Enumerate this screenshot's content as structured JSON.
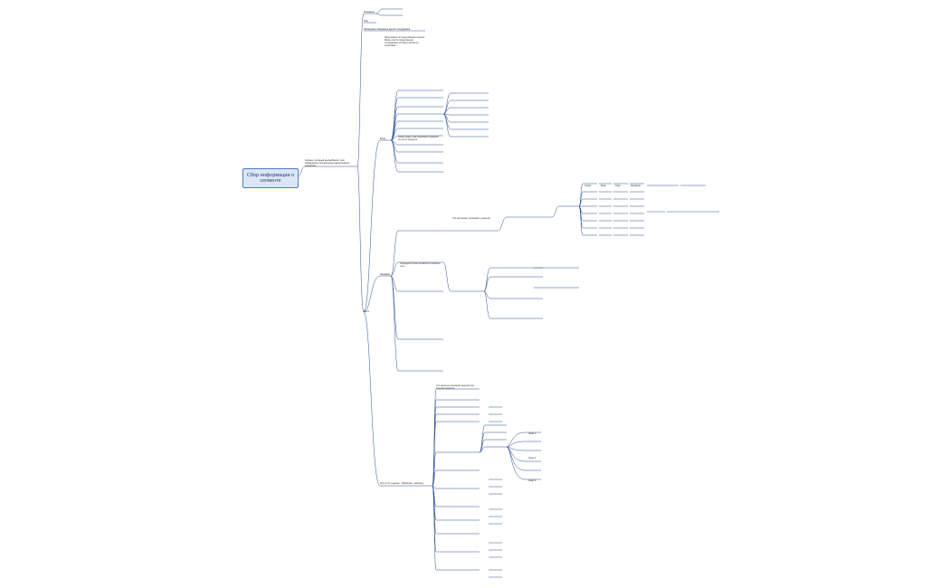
{
  "root": {
    "label": "Сбор информации о сегменте"
  },
  "branch_main": {
    "label": "Сегмент, который мы выбрали ( или обнаружили литературную деятельность клиентов)"
  },
  "top_items": [
    {
      "label": "Описание"
    },
    {
      "label": "Пол"
    },
    {
      "label": "Изменение поведения других сотрудников"
    }
  ],
  "mid_items": [
    {
      "label": "Боли"
    },
    {
      "label": "Желания"
    },
    {
      "label": "Пути"
    }
  ],
  "bottom_branch": {
    "label": "Путь (что я делал - Объяснил, записал)"
  },
  "leaf_labels": [
    {
      "label": "Страх"
    },
    {
      "label": "Боль"
    },
    {
      "label": "Гнев"
    },
    {
      "label": "Желания"
    },
    {
      "label": "Этап 1"
    },
    {
      "label": "Этап 2"
    },
    {
      "label": "Этап 3"
    }
  ],
  "paragraphs": [
    {
      "text": "Предложите по предложению сергию/Ирине текста предложения сотрудникам, которые являются клиентами"
    },
    {
      "text": "Какие люди и как принимают решения по купле продукта"
    },
    {
      "text": "Что им мешает принимать решения"
    },
    {
      "text": "Определите боли сегмента и опишите путь"
    },
    {
      "text": "Что является основной задачей при покупке продукта"
    }
  ]
}
